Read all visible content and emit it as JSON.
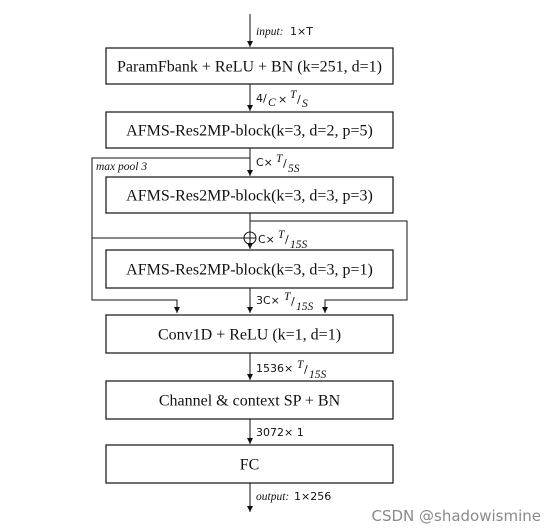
{
  "blocks": {
    "paramfbank": "ParamFbank + ReLU + BN (k=251, d=1)",
    "afms1": "AFMS-Res2MP-block(k=3, d=2, p=5)",
    "afms2": "AFMS-Res2MP-block(k=3, d=3, p=3)",
    "afms3": "AFMS-Res2MP-block(k=3, d=3, p=1)",
    "conv1d": "Conv1D + ReLU (k=1, d=1)",
    "pooling": "Channel & context SP + BN",
    "fc": "FC"
  },
  "edges": {
    "input_label": "input:",
    "input_dims": "1×T",
    "dim_after_fbank_main": "4/",
    "dim_after_fbank_sub1": "C",
    "dim_after_fbank_times": "×",
    "dim_after_fbank_T": "T",
    "dim_after_fbank_slash": "/",
    "dim_after_fbank_sub2": "S",
    "max_pool": "max pool 3",
    "dim_after_afms1_C": "C×",
    "dim_after_afms1_T": "T",
    "dim_after_afms1_slash": "/",
    "dim_after_afms1_sub": "5S",
    "dim_after_sum_C": "C×",
    "dim_after_sum_T": "T",
    "dim_after_sum_slash": "/",
    "dim_after_sum_sub": "15S",
    "dim_concat_C": "3C×",
    "dim_concat_T": "T",
    "dim_concat_slash": "/",
    "dim_concat_sub": "15S",
    "dim_conv_main": "1536×",
    "dim_conv_T": "T",
    "dim_conv_slash": "/",
    "dim_conv_sub": "15S",
    "dim_pool": "3072× 1",
    "output_label": "output:",
    "output_dims": "1×256"
  },
  "watermark": "CSDN @shadowismine"
}
